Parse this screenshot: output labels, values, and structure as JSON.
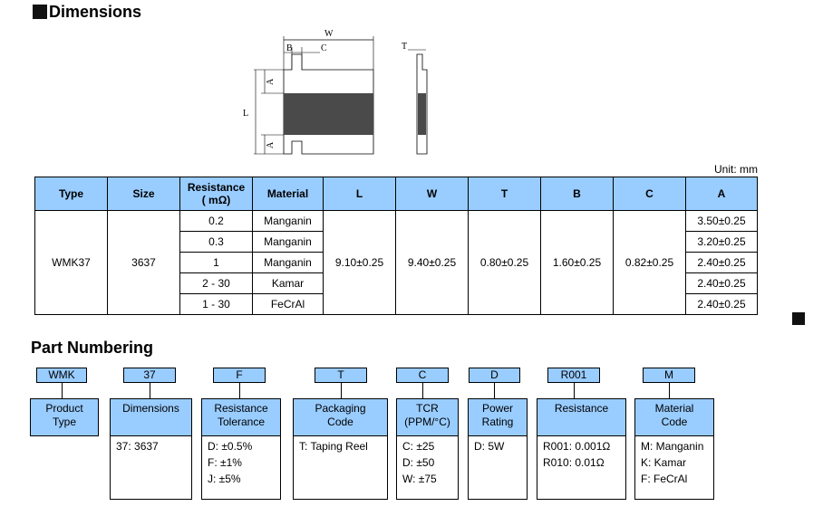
{
  "dimensions": {
    "title": "Dimensions",
    "drawing_labels": {
      "W": "W",
      "B": "B",
      "C": "C",
      "T": "T",
      "L": "L",
      "A": "A"
    },
    "unit": "Unit: mm",
    "headers": [
      "Type",
      "Size",
      "Resistance\n( mΩ)",
      "Material",
      "L",
      "W",
      "T",
      "B",
      "C",
      "A"
    ],
    "type": "WMK37",
    "size": "3637",
    "L": "9.10±0.25",
    "W": "9.40±0.25",
    "T": "0.80±0.25",
    "B": "1.60±0.25",
    "C": "0.82±0.25",
    "rows": [
      {
        "resistance": "0.2",
        "material": "Manganin",
        "A": "3.50±0.25"
      },
      {
        "resistance": "0.3",
        "material": "Manganin",
        "A": "3.20±0.25"
      },
      {
        "resistance": "1",
        "material": "Manganin",
        "A": "2.40±0.25"
      },
      {
        "resistance": "2 - 30",
        "material": "Kamar",
        "A": "2.40±0.25"
      },
      {
        "resistance": "1 - 30",
        "material": "FeCrAl",
        "A": "2.40±0.25"
      }
    ]
  },
  "part_numbering": {
    "title": "Part Numbering",
    "fields": [
      {
        "code": "WMK",
        "head": [
          "Product",
          "Type"
        ],
        "body": []
      },
      {
        "code": "37",
        "head": [
          "Dimensions"
        ],
        "body": [
          "37: 3637"
        ]
      },
      {
        "code": "F",
        "head": [
          "Resistance",
          "Tolerance"
        ],
        "body": [
          "D: ±0.5%",
          "F: ±1%",
          "J: ±5%"
        ]
      },
      {
        "code": "T",
        "head": [
          "Packaging",
          "Code"
        ],
        "body": [
          "T: Taping Reel"
        ]
      },
      {
        "code": "C",
        "head": [
          "TCR",
          "(PPM/°C)"
        ],
        "body": [
          "C: ±25",
          "D: ±50",
          "W: ±75"
        ]
      },
      {
        "code": "D",
        "head": [
          "Power",
          "Rating"
        ],
        "body": [
          "D: 5W"
        ]
      },
      {
        "code": "R001",
        "head": [
          "Resistance"
        ],
        "body": [
          "R001: 0.001Ω",
          "R010: 0.01Ω"
        ]
      },
      {
        "code": "M",
        "head": [
          "Material",
          "Code"
        ],
        "body": [
          "M: Manganin",
          "K: Kamar",
          "F: FeCrAl"
        ]
      }
    ]
  }
}
